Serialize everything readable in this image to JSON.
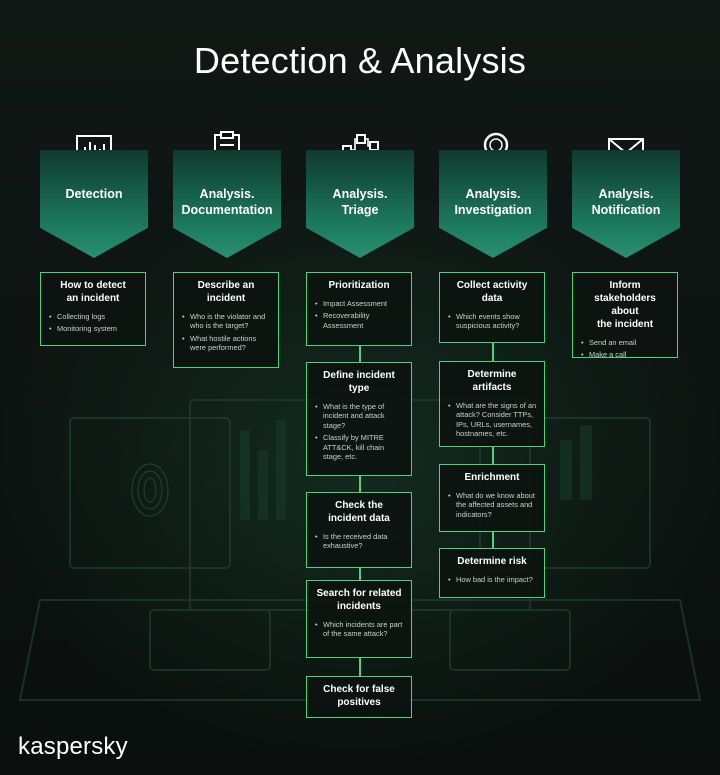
{
  "title": "Detection & Analysis",
  "brand": "kaspersky",
  "accent_color": "#4fd07a",
  "chevron_color": "#1d7a5f",
  "columns": [
    {
      "icon": "monitor-chart-icon",
      "label": "Detection",
      "boxes": [
        {
          "heading": "How to detect\nan incident",
          "items": [
            "Collecting logs",
            "Monitoring system"
          ]
        }
      ]
    },
    {
      "icon": "clipboard-icon",
      "label": "Analysis.\nDocumentation",
      "boxes": [
        {
          "heading": "Describe an\nincident",
          "items": [
            "Who is the violator and who is the target?",
            "What hostile actions were performed?"
          ]
        }
      ]
    },
    {
      "icon": "network-nodes-icon",
      "label": "Analysis.\nTriage",
      "boxes": [
        {
          "heading": "Prioritization",
          "items": [
            "Impact Assessment",
            "Recoverability Assessment"
          ]
        },
        {
          "heading": "Define incident\ntype",
          "items": [
            "What is the type of incident and attack stage?",
            "Classify by MITRE ATT&CK, kill chain stage, etc."
          ]
        },
        {
          "heading": "Check the\nincident data",
          "items": [
            "Is the received data exhaustive?"
          ]
        },
        {
          "heading": "Search for related\nincidents",
          "items": [
            "Which incidents are part of the same attack?"
          ]
        },
        {
          "heading": "Check for false\npositives",
          "items": []
        }
      ]
    },
    {
      "icon": "magnifier-icon",
      "label": "Analysis.\nInvestigation",
      "boxes": [
        {
          "heading": "Collect activity\ndata",
          "items": [
            "Which events show suspicious activity?"
          ]
        },
        {
          "heading": "Determine artifacts",
          "items": [
            "What are the signs of an attack? Consider TTPs, IPs, URLs, usernames, hostnames, etc."
          ]
        },
        {
          "heading": "Enrichment",
          "items": [
            "What do we know about the affected assets and indicators?"
          ]
        },
        {
          "heading": "Determine risk",
          "items": [
            "How bad is the impact?"
          ]
        }
      ]
    },
    {
      "icon": "envelope-icon",
      "label": "Analysis.\nNotification",
      "boxes": [
        {
          "heading": "Inform\nstakeholders about\nthe incident",
          "items": [
            "Send an email",
            "Make a call"
          ]
        }
      ]
    }
  ]
}
